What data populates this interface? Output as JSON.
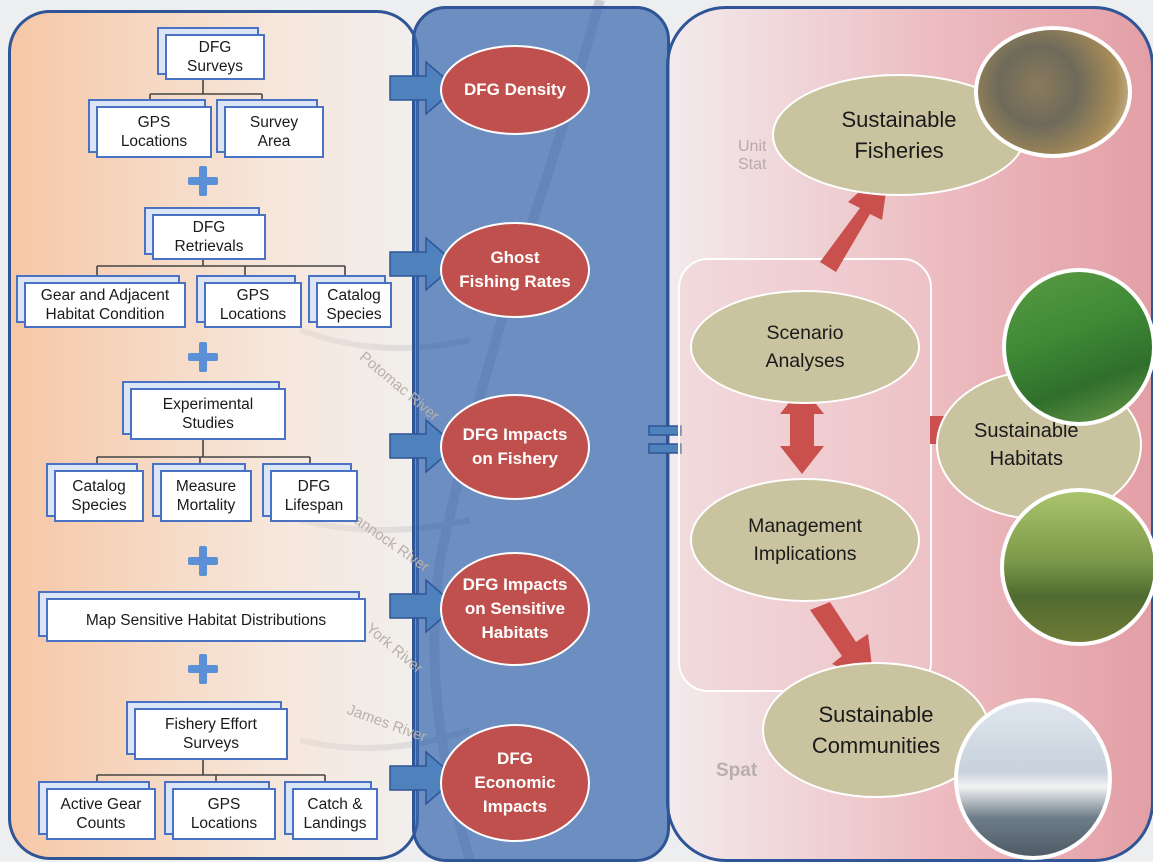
{
  "left": {
    "surveys": {
      "title": "DFG\nSurveys",
      "children": [
        "GPS\nLocations",
        "Survey\nArea"
      ]
    },
    "retrievals": {
      "title": "DFG\nRetrievals",
      "children": [
        "Gear and Adjacent\nHabitat Condition",
        "GPS\nLocations",
        "Catalog\nSpecies"
      ]
    },
    "experimental": {
      "title": "Experimental\nStudies",
      "children": [
        "Catalog\nSpecies",
        "Measure\nMortality",
        "DFG\nLifespan"
      ]
    },
    "habitat_map": {
      "title": "Map Sensitive Habitat Distributions"
    },
    "effort": {
      "title": "Fishery Effort\nSurveys",
      "children": [
        "Active Gear\nCounts",
        "GPS\nLocations",
        "Catch &\nLandings"
      ]
    }
  },
  "middle": {
    "outcomes": [
      "DFG Density",
      "Ghost\nFishing Rates",
      "DFG Impacts\non Fishery",
      "DFG Impacts\non Sensitive\nHabitats",
      "DFG\nEconomic\nImpacts"
    ]
  },
  "right": {
    "scenario": "Scenario\nAnalyses",
    "management": "Management\nImplications",
    "fisheries": "Sustainable\nFisheries",
    "habitats": "Sustainable\nHabitats",
    "communities": "Sustainable\nCommunities"
  },
  "map_labels": [
    "Potomac River",
    "Rappahannock River",
    "York River",
    "James River",
    "Unit",
    "Stat",
    "Spat"
  ],
  "colors": {
    "accent_blue": "#2f5597",
    "arrow_blue": "#4f81bd",
    "outcome_red": "#c0504d",
    "tan": "#c9c39f",
    "arrow_red": "#c9504d"
  }
}
